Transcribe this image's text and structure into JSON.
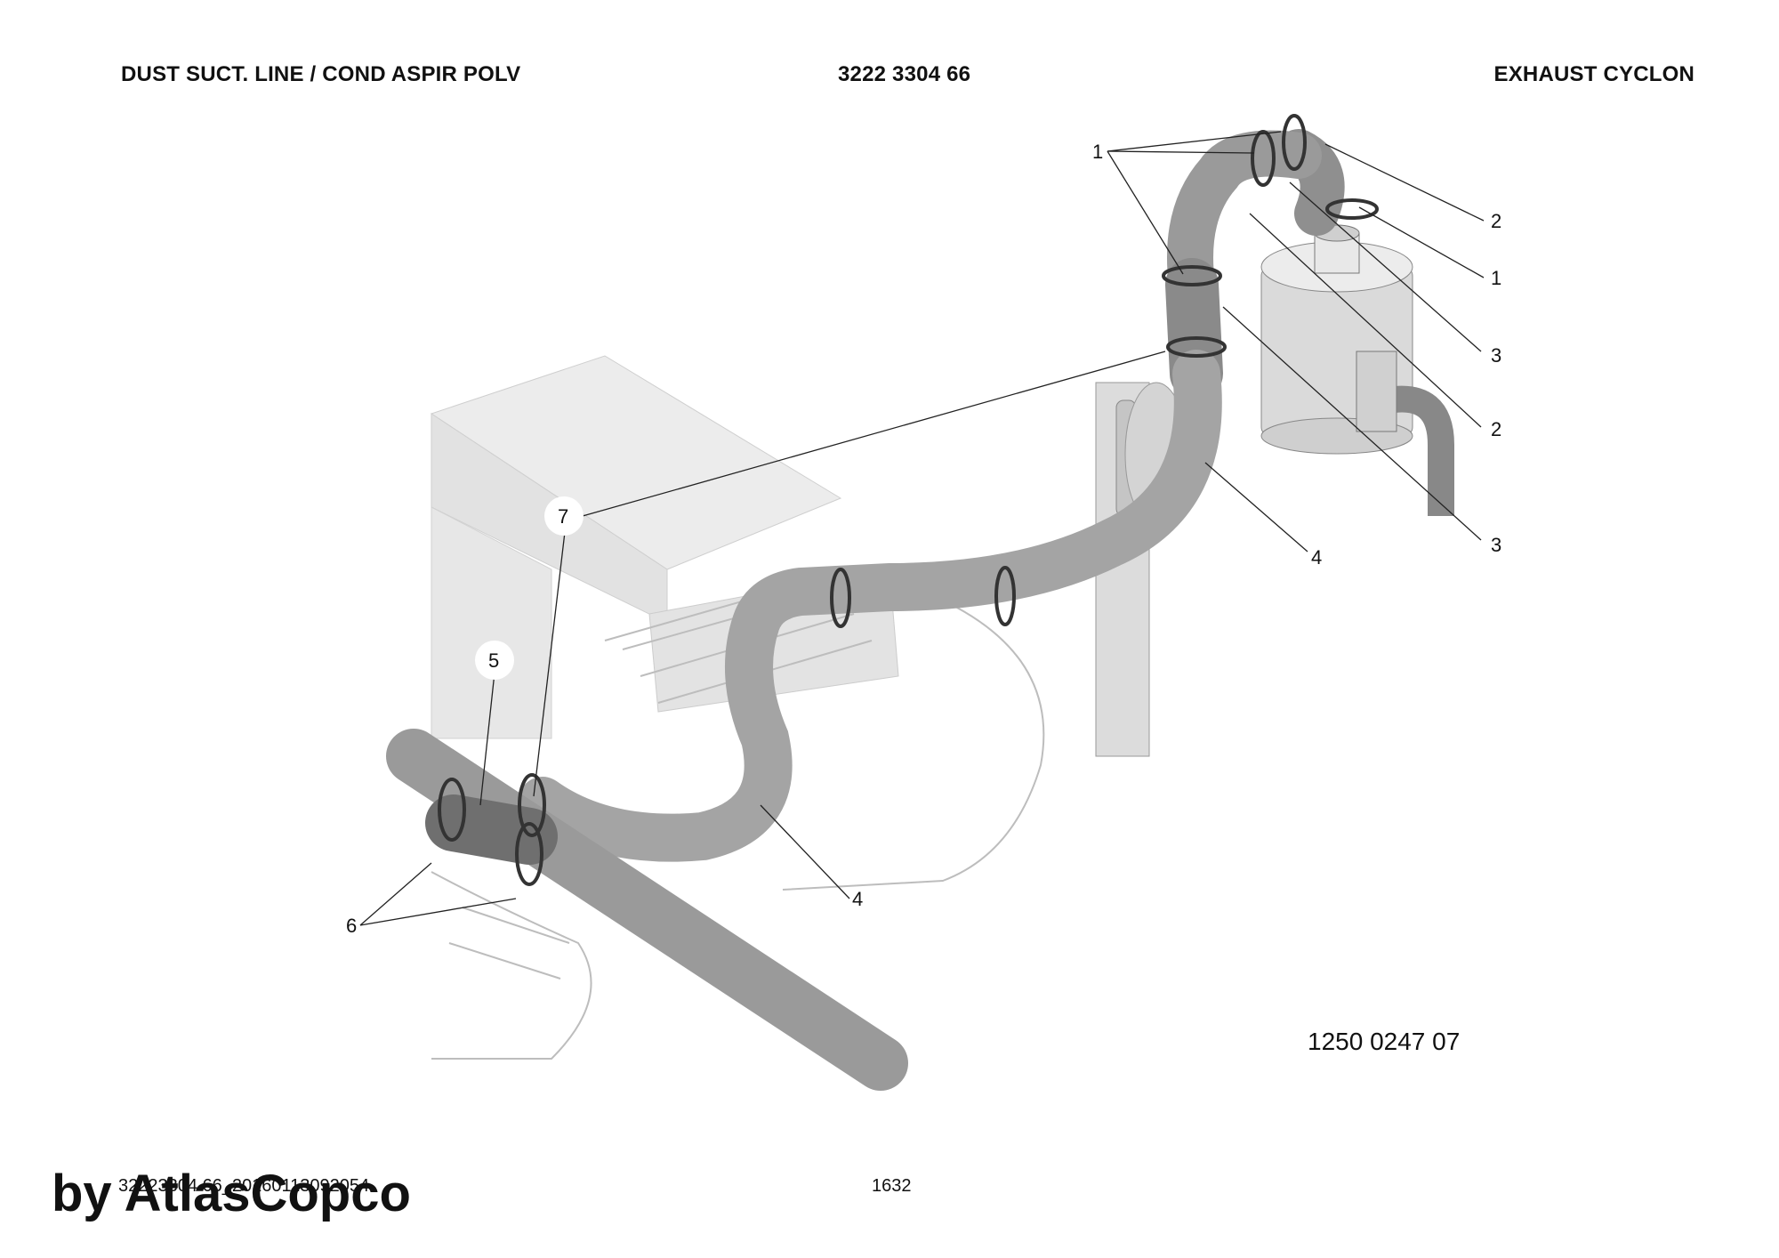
{
  "header": {
    "left": "DUST SUCT. LINE / COND ASPIR POLV",
    "center": "3222 3304 66",
    "right": "EXHAUST CYCLON"
  },
  "callouts": {
    "c1_top": "1",
    "c2_top": "2",
    "c1_right": "1",
    "c3_upper": "3",
    "c2_mid": "2",
    "c3_lower": "3",
    "c4_upper": "4",
    "c7": "7",
    "c5": "5",
    "c4_lower": "4",
    "c6": "6"
  },
  "drawing_number": "1250 0247 07",
  "footer": {
    "document_id": "32223304 66_20160113092054",
    "page_number": "1632",
    "brand": "by AtlasCopco"
  },
  "colors": {
    "hose": "#9a9a9a",
    "hose_dark": "#7a7a7a",
    "machine_light": "#e6e6e6",
    "machine_mid": "#cfcfcf"
  }
}
